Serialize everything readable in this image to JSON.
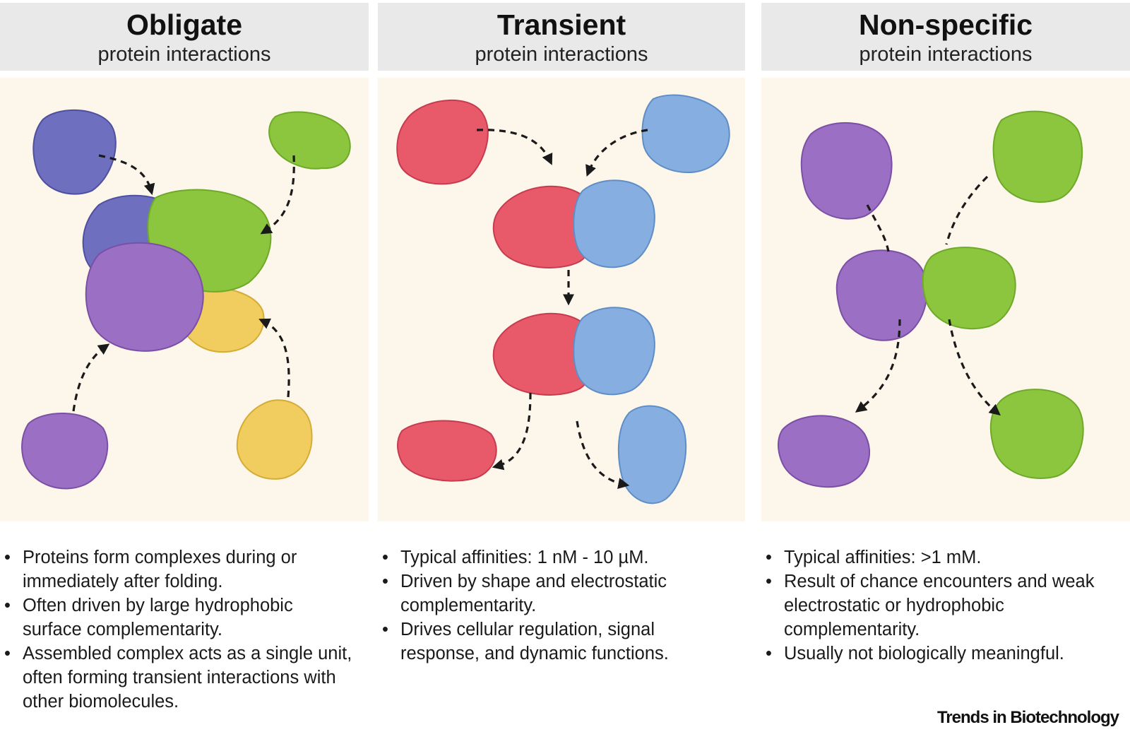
{
  "columns": [
    {
      "title": "Obligate",
      "subtitle": "protein interactions",
      "bullets": [
        "Proteins form complexes during or immediately after folding.",
        "Often driven by large hydrophobic surface complementarity.",
        "Assembled complex acts as a single unit, often forming transient interactions with other biomolecules."
      ]
    },
    {
      "title": "Transient",
      "subtitle": "protein interactions",
      "bullets": [
        "Typical affinities: 1 nM - 10 µM.",
        "Driven by shape and electrostatic complementarity.",
        "Drives cellular regulation, signal response, and dynamic functions."
      ]
    },
    {
      "title": "Non-specific",
      "subtitle": "protein interactions",
      "bullets": [
        "Typical affinities: >1 mM.",
        "Result of chance encounters and weak electrostatic or hydrophobic complementarity.",
        "Usually not biologically meaningful."
      ]
    }
  ],
  "credit": "Trends in Biotechnology",
  "colors": {
    "header_bg": "#e9e9ea",
    "panel_bg": "#fdf6ea",
    "protein_blue_violet": "#6f6fc0",
    "protein_green": "#8cc63f",
    "protein_purple": "#9b6fc3",
    "protein_yellow": "#f1cc5e",
    "protein_red": "#e8596a",
    "protein_light_blue": "#86aee0"
  }
}
